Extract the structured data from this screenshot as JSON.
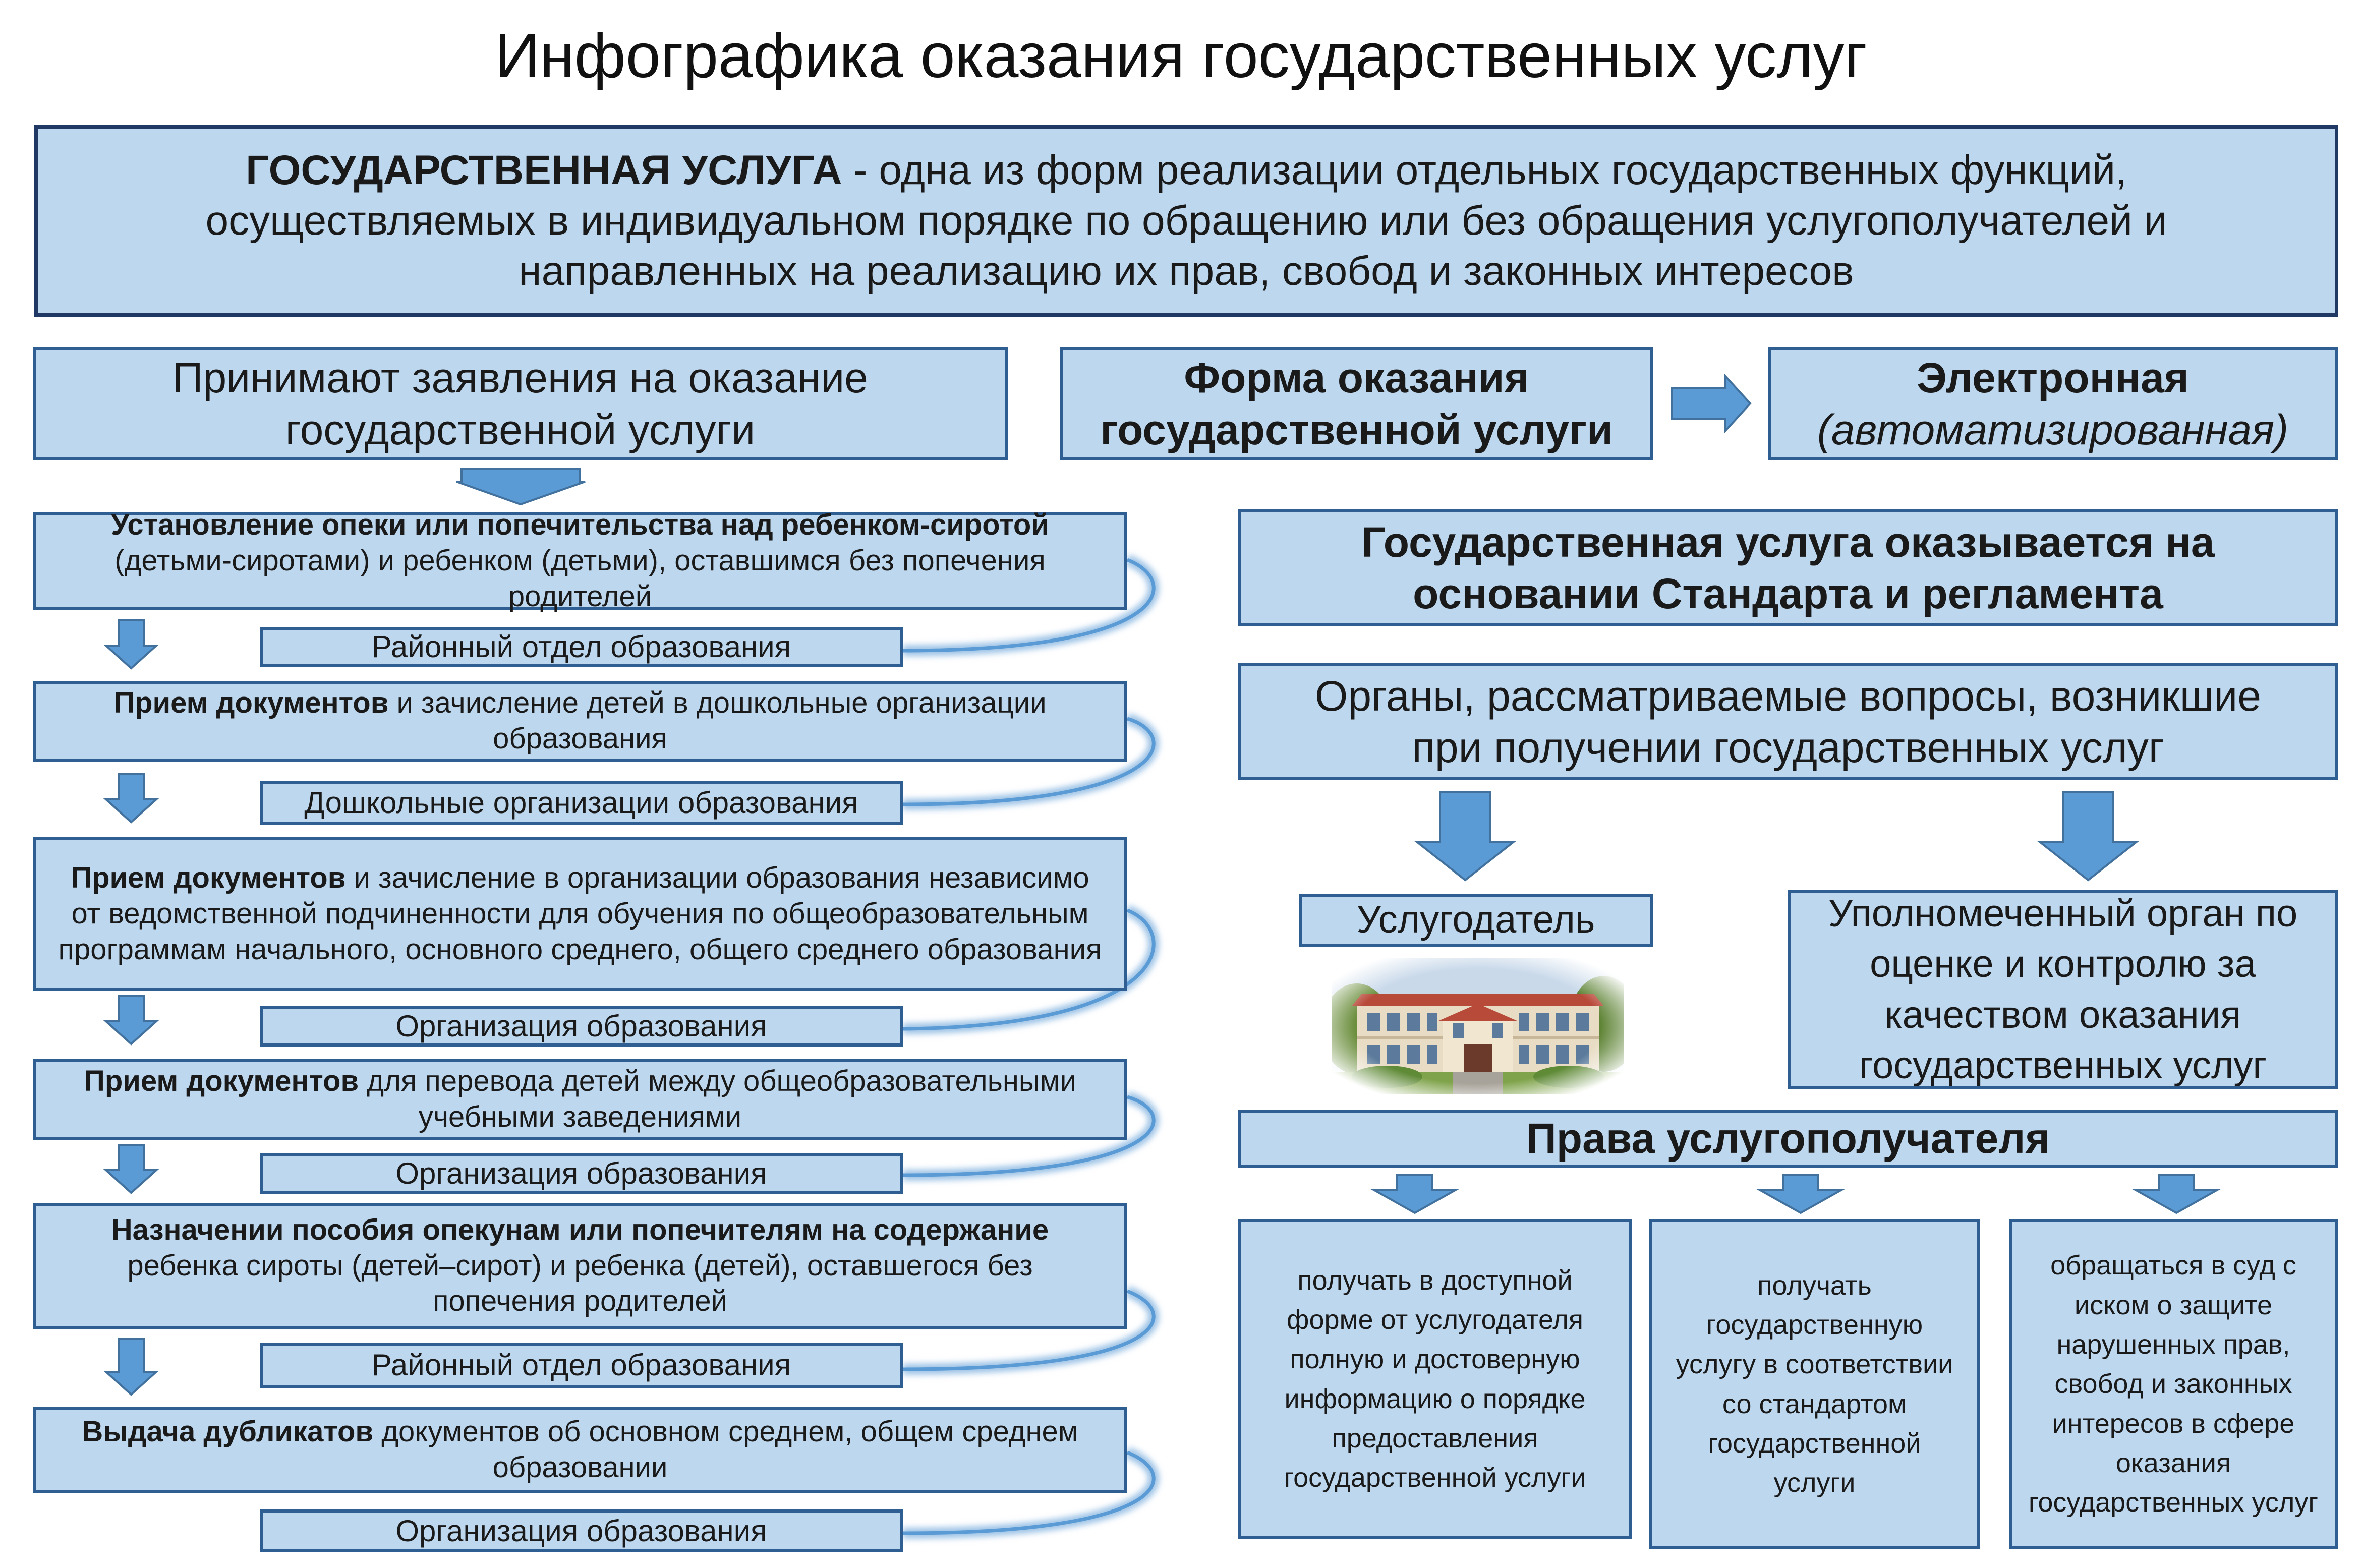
{
  "title": "Инфографика оказания государственных услуг",
  "definition": {
    "term": "ГОСУДАРСТВЕННАЯ УСЛУГА",
    "text": " - одна из форм реализации отдельных государственных функций, осуществляемых в индивидуальном порядке по обращению или без обращения услугополучателей и направленных на реализацию их прав, свобод и законных интересов"
  },
  "accept": {
    "line1": "Принимают заявления на оказание",
    "line2": "государственной услуги"
  },
  "form": {
    "line1": "Форма оказания",
    "line2": "государственной услуги"
  },
  "electronic": {
    "line1": "Электронная",
    "line2": "(автоматизированная)"
  },
  "services": [
    {
      "bold": "Установление опеки или попечительства над ребенком-сиротой",
      "text": " (детьми-сиротами) и ребенком (детьми), оставшимся без попечения родителей",
      "org": "Районный отдел образования"
    },
    {
      "bold": "Прием документов",
      "text": " и зачисление детей в дошкольные организации образования",
      "org": "Дошкольные организации образования"
    },
    {
      "bold": "Прием документов",
      "text": " и зачисление в организации образования независимо от ведомственной подчиненности для обучения по общеобразовательным программам начального, основного среднего, общего среднего образования",
      "org": "Организация образования"
    },
    {
      "bold": "Прием документов",
      "text": " для перевода детей между общеобразовательными учебными заведениями",
      "org": "Организация образования"
    },
    {
      "bold": "Назначении пособия опекунам или попечителям на содержание",
      "text": " ребенка сироты (детей–сирот) и ребенка (детей), оставшегося без попечения родителей",
      "org": "Районный отдел образования"
    },
    {
      "bold": "Выдача дубликатов",
      "text": " документов об основном среднем, общем среднем образовании",
      "org": "Организация образования"
    }
  ],
  "standard": {
    "line1": "Государственная услуга оказывается на",
    "line2": "основании Стандарта и регламента"
  },
  "organs": {
    "line1": "Органы, рассматриваемые вопросы, возникшие",
    "line2": "при получении государственных услуг"
  },
  "provider": "Услугодатель",
  "authority": "Уполномеченный орган по оценке и контролю за качеством оказания государственных услуг",
  "rights": {
    "title": "Права услугополучателя",
    "items": [
      "получать в доступной форме от услугодателя полную и достоверную информацию о порядке предоставления государственной услуги",
      "получать государственную услугу в соответствии со стандартом государственной услуги",
      "обращаться в суд с иском о защите нарушенных прав, свобод и законных интересов в сфере оказания государственных услуг"
    ]
  },
  "colors": {
    "box_fill": "#bdd7ee",
    "box_border": "#2f5f92",
    "arrow": "#5b9bd5",
    "definition_border": "#1f3864"
  }
}
